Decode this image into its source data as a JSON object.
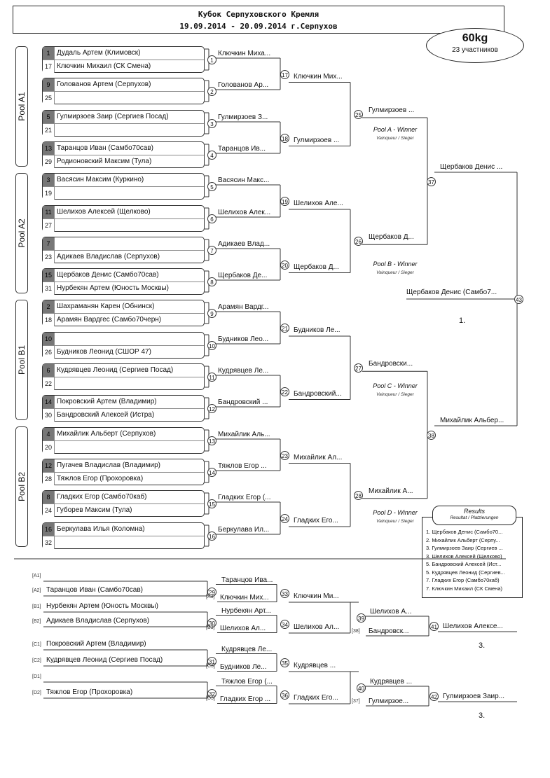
{
  "header": {
    "title": "Кубок Серпуховского Кремля",
    "subtitle": "19.09.2014 - 20.09.2014 г.Серпухов",
    "weight": "60kg",
    "participants": "23 участников"
  },
  "pools": [
    "Pool A1",
    "Pool A2",
    "Pool B1",
    "Pool B2"
  ],
  "entries": [
    {
      "s1": "1",
      "n1": "Дудаль Артем (Климовск)",
      "s2": "17",
      "n2": "Ключкин Михаил (СК Смена)",
      "m": "1",
      "w": "Ключкин Миха..."
    },
    {
      "s1": "9",
      "n1": "Голованов Артем (Серпухов)",
      "s2": "25",
      "n2": "",
      "m": "2",
      "w": "Голованов Ар..."
    },
    {
      "s1": "5",
      "n1": "Гулмирзоев Заир (Сергиев Посад)",
      "s2": "21",
      "n2": "",
      "m": "3",
      "w": "Гулмирзоев З..."
    },
    {
      "s1": "13",
      "n1": "Таранцов Иван (Самбо70сав)",
      "s2": "29",
      "n2": "Родионовский Максим (Тула)",
      "m": "4",
      "w": "Таранцов Ив..."
    },
    {
      "s1": "3",
      "n1": "Васясин Максим (Куркино)",
      "s2": "19",
      "n2": "",
      "m": "5",
      "w": "Васясин Макс..."
    },
    {
      "s1": "11",
      "n1": "Шелихов Алексей (Щелково)",
      "s2": "27",
      "n2": "",
      "m": "6",
      "w": "Шелихов Алек..."
    },
    {
      "s1": "7",
      "n1": "",
      "s2": "23",
      "n2": "Адикаев Владислав (Серпухов)",
      "m": "7",
      "w": "Адикаев Влад..."
    },
    {
      "s1": "15",
      "n1": "Щербаков Денис (Самбо70сав)",
      "s2": "31",
      "n2": "Нурбекян Артем (Юность Москвы)",
      "m": "8",
      "w": "Щербаков Де..."
    },
    {
      "s1": "2",
      "n1": "Шахраманян Карен (Обнинск)",
      "s2": "18",
      "n2": "Арамян Вардгес (Самбо70черн)",
      "m": "9",
      "w": "Арамян Вардг..."
    },
    {
      "s1": "10",
      "n1": "",
      "s2": "26",
      "n2": "Будников Леонид (СШОР 47)",
      "m": "10",
      "w": "Будников Лео..."
    },
    {
      "s1": "6",
      "n1": "Кудрявцев Леонид (Сергиев Посад)",
      "s2": "22",
      "n2": "",
      "m": "11",
      "w": "Кудрявцев Ле..."
    },
    {
      "s1": "14",
      "n1": "Покровский Артем (Владимир)",
      "s2": "30",
      "n2": "Бандровский Алексей (Истра)",
      "m": "12",
      "w": "Бандровский ..."
    },
    {
      "s1": "4",
      "n1": "Михайлик Альберт (Серпухов)",
      "s2": "20",
      "n2": "",
      "m": "13",
      "w": "Михайлик Аль..."
    },
    {
      "s1": "12",
      "n1": "Пугачев Владислав (Владимир)",
      "s2": "28",
      "n2": "Тяжлов Егор (Прохоровка)",
      "m": "14",
      "w": "Тяжлов Егор ..."
    },
    {
      "s1": "8",
      "n1": "Гладких Егор (Самбо70каб)",
      "s2": "24",
      "n2": "Губорев Максим (Тула)",
      "m": "15",
      "w": "Гладких Егор (..."
    },
    {
      "s1": "16",
      "n1": "Беркулава Илья (Коломна)",
      "s2": "32",
      "n2": "",
      "m": "16",
      "w": "Беркулава Ил..."
    }
  ],
  "round2": [
    {
      "m": "17",
      "w": "Ключкин Мих..."
    },
    {
      "m": "18",
      "w": "Гулмирзоев ..."
    },
    {
      "m": "19",
      "w": "Шелихов Але..."
    },
    {
      "m": "20",
      "w": "Щербаков Д..."
    },
    {
      "m": "21",
      "w": "Будников Ле..."
    },
    {
      "m": "22",
      "w": "Бандровский..."
    },
    {
      "m": "23",
      "w": "Михайлик Ал..."
    },
    {
      "m": "24",
      "w": "Гладких Его..."
    }
  ],
  "round3": [
    {
      "m": "25",
      "w": "Гулмирзоев ..."
    },
    {
      "m": "26",
      "w": "Щербаков Д..."
    },
    {
      "m": "27",
      "w": "Бандровски..."
    },
    {
      "m": "28",
      "w": "Михайлик А..."
    }
  ],
  "poolwinners": [
    {
      "label": "Pool A - Winner",
      "sub": "Vainqueur / Sieger"
    },
    {
      "label": "Pool B - Winner",
      "sub": "Vainqueur / Sieger"
    },
    {
      "label": "Pool C - Winner",
      "sub": "Vainqueur / Sieger"
    },
    {
      "label": "Pool D - Winner",
      "sub": "Vainqueur / Sieger"
    }
  ],
  "semis": [
    {
      "m": "37",
      "w": "Щербаков Денис ..."
    },
    {
      "m": "38",
      "w": "Михайлик Альбер..."
    }
  ],
  "final": {
    "m": "43",
    "w": "Щербаков Денис (Самбо7...",
    "place": "1."
  },
  "results": {
    "title": "Results",
    "subtitle": "Resultat / Platzierungen",
    "items": [
      "1. Щербаков Денис (Самбо70...",
      "2. Михайлик Альберт (Серпу...",
      "3. Гулмирзоев Заир (Сергиев ...",
      "3. Шелихов Алексей (Щелково)",
      "5. Бандровский Алексей (Ист...",
      "5. Кудрявцев Леонид (Сергиев...",
      "7. Гладких Егор (Самбо70каб)",
      "7. Ключкин Михаил (СК Смена)"
    ]
  },
  "repechage": {
    "entries": [
      {
        "tag": "[A1]",
        "name": ""
      },
      {
        "tag": "[A2]",
        "name": "Таранцов Иван (Самбо70сав)"
      },
      {
        "tag": "[B1]",
        "name": "Нурбекян Артем (Юность Москвы)"
      },
      {
        "tag": "[B2]",
        "name": "Адикаев Владислав (Серпухов)"
      },
      {
        "tag": "[C1]",
        "name": "Покровский Артем (Владимир)"
      },
      {
        "tag": "[C2]",
        "name": "Кудрявцев Леонид (Сергиев Посад)"
      },
      {
        "tag": "[D1]",
        "name": ""
      },
      {
        "tag": "[D2]",
        "name": "Тяжлов Егор (Прохоровка)"
      }
    ],
    "r1": [
      {
        "m": "29",
        "w": "Таранцов Ива..."
      },
      {
        "m": "30",
        "w": "Нурбекян Арт..."
      },
      {
        "m": "31",
        "w": "Кудрявцев Ле..."
      },
      {
        "m": "32",
        "w": "Тяжлов Егор (..."
      }
    ],
    "drops": [
      {
        "tag": "[A3]",
        "name": "Ключкин Мих..."
      },
      {
        "tag": "[B3]",
        "name": "Шелихов Ал..."
      },
      {
        "tag": "[C3]",
        "name": "Будников Ле..."
      },
      {
        "tag": "[D3]",
        "name": "Гладких Егор ..."
      }
    ],
    "r2": [
      {
        "m": "33",
        "w": "Ключкин Ми..."
      },
      {
        "m": "34",
        "w": "Шелихов Ал..."
      },
      {
        "m": "35",
        "w": "Кудрявцев ..."
      },
      {
        "m": "36",
        "w": "Гладких Его..."
      }
    ],
    "r3": [
      {
        "m": "39",
        "w": "Шелихов А...",
        "tag": "[38]",
        "drop": "Бандровск..."
      },
      {
        "m": "40",
        "w": "Кудрявцев ...",
        "tag": "[37]",
        "drop": "Гулмирзое..."
      }
    ],
    "bronze": [
      {
        "m": "41",
        "w": "Шелихов Алексе...",
        "place": "3."
      },
      {
        "m": "42",
        "w": "Гулмирзоев Заир...",
        "place": "3."
      }
    ]
  }
}
